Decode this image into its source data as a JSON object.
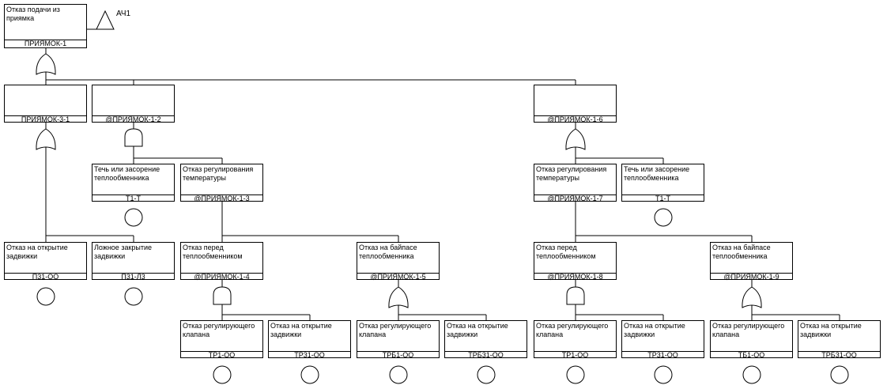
{
  "top": {
    "desc": "Отказ подачи из приямка",
    "code": "ПРИЯМОК-1",
    "transfer_label": "АЧ1"
  },
  "nodes": {
    "n1": {
      "desc": "",
      "code": "ПРИЯМОК-3-1"
    },
    "n2": {
      "desc": "",
      "code": "@ПРИЯМОК-1-2"
    },
    "n3": {
      "desc": "",
      "code": "@ПРИЯМОК-1-6"
    },
    "n4": {
      "desc": "Течь или засорение теплообменника",
      "code": "Т1-Т"
    },
    "n5": {
      "desc": "Отказ регулирования температуры",
      "code": "@ПРИЯМОК-1-3"
    },
    "n6": {
      "desc": "Отказ регулирования температуры",
      "code": "@ПРИЯМОК-1-7"
    },
    "n7": {
      "desc": "Течь или засорение теплообменника",
      "code": "Т1-Т"
    },
    "n8": {
      "desc": "Отказ на открытие задвижки",
      "code": "П31-ОО"
    },
    "n9": {
      "desc": "Ложное закрытие задвижки",
      "code": "П31-Л3"
    },
    "n10": {
      "desc": "Отказ перед теплообменником",
      "code": "@ПРИЯМОК-1-4"
    },
    "n11": {
      "desc": "Отказ на байпасе теплообменника",
      "code": "@ПРИЯМОК-1-5"
    },
    "n12": {
      "desc": "Отказ перед теплообменником",
      "code": "@ПРИЯМОК-1-8"
    },
    "n13": {
      "desc": "Отказ на байпасе теплообменника",
      "code": "@ПРИЯМОК-1-9"
    },
    "n14": {
      "desc": "Отказ регулирующего клапана",
      "code": "ТР1-ОО"
    },
    "n15": {
      "desc": "Отказ на открытие задвижки",
      "code": "ТР31-ОО"
    },
    "n16": {
      "desc": "Отказ регулирующего клапана",
      "code": "ТРБ1-ОО"
    },
    "n17": {
      "desc": "Отказ на открытие задвижки",
      "code": "ТРБ31-ОО"
    },
    "n18": {
      "desc": "Отказ регулирующего клапана",
      "code": "ТР1-ОО"
    },
    "n19": {
      "desc": "Отказ на открытие задвижки",
      "code": "ТР31-ОО"
    },
    "n20": {
      "desc": "Отказ регулирующего клапана",
      "code": "ТБ1-ОО"
    },
    "n21": {
      "desc": "Отказ на открытие задвижки",
      "code": "ТРБ31-ОО"
    }
  }
}
